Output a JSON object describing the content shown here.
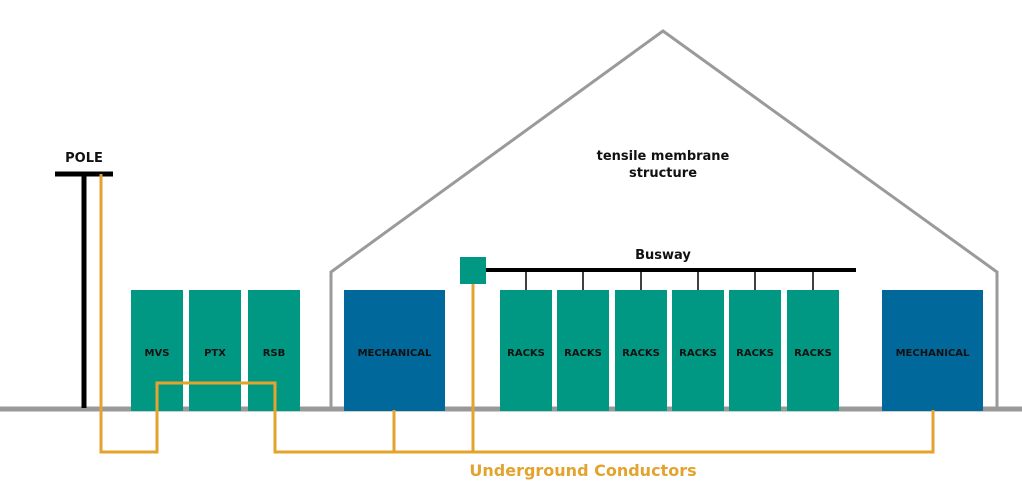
{
  "colors": {
    "ground": "#999999",
    "structure": "#9a9a9a",
    "pole": "#000000",
    "busway": "#000000",
    "teal": "#009882",
    "blue": "#00689a",
    "conductor": "#e3a32d",
    "text": "#111111"
  },
  "labels": {
    "pole": "POLE",
    "structure_line1": "tensile membrane",
    "structure_line2": "structure",
    "busway": "Busway",
    "underground": "Underground Conductors"
  },
  "equipment": [
    {
      "id": "mvs",
      "label": "MVS",
      "kind": "teal"
    },
    {
      "id": "ptx",
      "label": "PTX",
      "kind": "teal"
    },
    {
      "id": "rsb",
      "label": "RSB",
      "kind": "teal"
    },
    {
      "id": "mech1",
      "label": "MECHANICAL",
      "kind": "blue"
    },
    {
      "id": "rack1",
      "label": "RACKS",
      "kind": "teal"
    },
    {
      "id": "rack2",
      "label": "RACKS",
      "kind": "teal"
    },
    {
      "id": "rack3",
      "label": "RACKS",
      "kind": "teal"
    },
    {
      "id": "rack4",
      "label": "RACKS",
      "kind": "teal"
    },
    {
      "id": "rack5",
      "label": "RACKS",
      "kind": "teal"
    },
    {
      "id": "rack6",
      "label": "RACKS",
      "kind": "teal"
    },
    {
      "id": "mech2",
      "label": "MECHANICAL",
      "kind": "blue"
    }
  ]
}
